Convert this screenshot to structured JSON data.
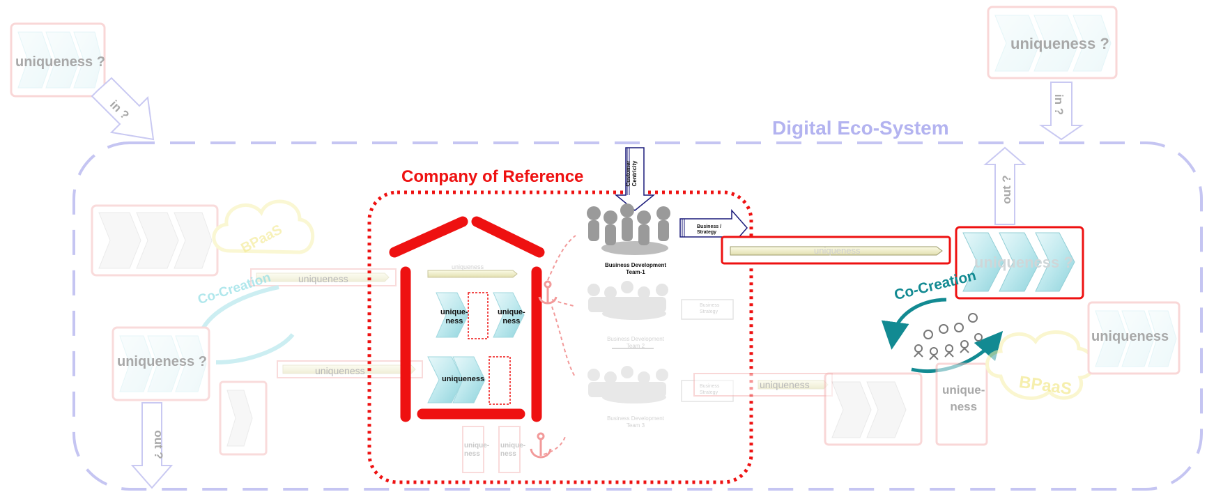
{
  "diagram": {
    "title": "Digital Eco-System",
    "company_label": "Company of Reference",
    "colors": {
      "ecosystem_border": "#c5c5f2",
      "ecosystem_title": "#b3b3f0",
      "company_red": "#ee1111",
      "co_creation": "#128a92",
      "chevron_fill": "#bfe9ee",
      "faded_box_border": "#f5b8b8",
      "bpaas_yellow": "#f7f0a8",
      "faded_text": "#b8b8b8"
    },
    "external_left": {
      "box_label": "uniqueness ?",
      "arrow_label": "in ?"
    },
    "external_right": {
      "box_label": "uniqueness ?",
      "arrow_in_label": "in ?",
      "arrow_out_label": "out ?"
    },
    "left_group": {
      "bpaas_label": "BPaaS",
      "co_creation_label": "Co-Creation",
      "bar_top_label": "uniqueness",
      "bar_bottom_label": "uniqueness",
      "box_label": "uniqueness ?",
      "out_label": "out ?"
    },
    "house": {
      "bar_label": "uniqueness",
      "chevron_left_label": "unique-\nness",
      "chevron_right_label": "unique-\nness",
      "double_chevron_label": "uniqueness",
      "bottom_box_a_label": "unique-\nness",
      "bottom_box_b_label": "unique-\nness"
    },
    "teams": {
      "customer_label": "Customer Centricity",
      "team1_label": "Business Development Team-1",
      "strategy_label": "Business / Strategy",
      "team2_label": "Business Development Team 2",
      "strategy2_label": "Business Strategy",
      "team3_label": "Business Development Team 3",
      "strategy3_label": "Business Strategy"
    },
    "center_bar_label": "uniqueness",
    "right_group": {
      "big_chevron_label": "uniqueness ?",
      "co_creation_label": "Co-Creation",
      "bar_label": "uniqueness",
      "small_box_label": "unique-\nness",
      "bpaas_label": "BPaaS",
      "right_box_label": "uniqueness"
    }
  }
}
